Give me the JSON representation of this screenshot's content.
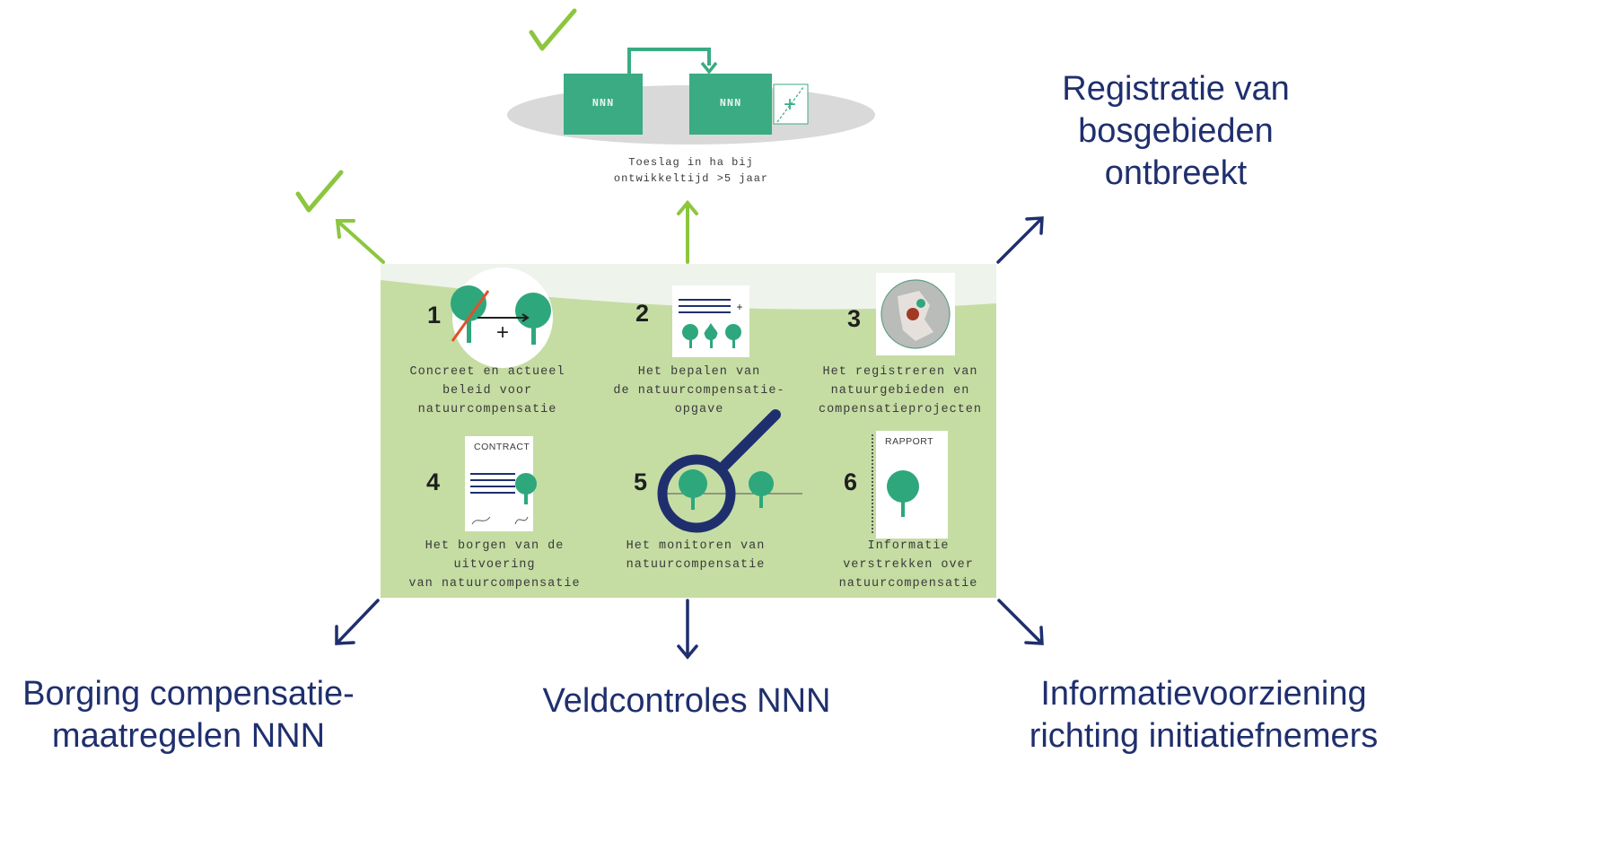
{
  "top": {
    "box_left_label": "NNN",
    "box_right_label": "NNN",
    "caption_line1": "Toeslag in ha bij",
    "caption_line2": "ontwikkeltijd >5 jaar"
  },
  "steps": [
    {
      "number": "1",
      "caption": [
        "Concreet en actueel",
        "beleid voor",
        "natuurcompensatie"
      ]
    },
    {
      "number": "2",
      "caption": [
        "Het bepalen van",
        "de natuurcompensatie-",
        "opgave"
      ]
    },
    {
      "number": "3",
      "caption": [
        "Het registreren van",
        "natuurgebieden en",
        "compensatieprojecten"
      ]
    },
    {
      "number": "4",
      "caption": [
        "Het borgen van de uitvoering",
        "van natuurcompensatie"
      ],
      "doc_title": "CONTRACT"
    },
    {
      "number": "5",
      "caption": [
        "Het monitoren van",
        "natuurcompensatie"
      ]
    },
    {
      "number": "6",
      "caption": [
        "Informatie",
        "verstrekken over",
        "natuurcompensatie"
      ],
      "doc_title": "RAPPORT"
    }
  ],
  "outcomes": {
    "registratie": [
      "Registratie van",
      "bosgebieden",
      "ontbreekt"
    ],
    "borging": [
      "Borging compensatie-",
      "maatregelen NNN"
    ],
    "veldcontroles": [
      "Veldcontroles NNN"
    ],
    "informatie": [
      "Informatievoorziening",
      "richting initiatiefnemers"
    ]
  },
  "colors": {
    "navy": "#1f2f6e",
    "lime": "#8cc63f",
    "teal": "#2ea77c",
    "panel_green": "#c5dda3"
  },
  "icons": {
    "check": "checkmark-icon",
    "arrow": "arrow-icon",
    "tree": "tree-icon",
    "magnifier": "magnifier-icon"
  }
}
